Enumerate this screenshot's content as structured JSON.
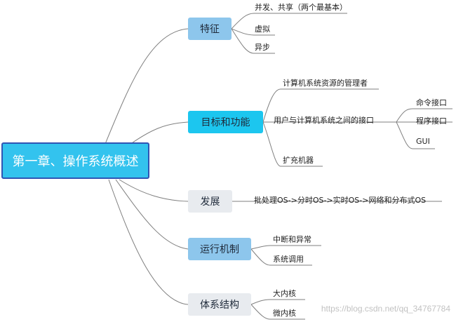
{
  "root": {
    "label": "第一章、操作系统概述"
  },
  "branches": [
    {
      "label": "特征",
      "children": [
        "并发、共享（两个最基本）",
        "虚拟",
        "异步"
      ]
    },
    {
      "label": "目标和功能",
      "children": [
        "计算机系统资源的管理者",
        "用户与计算机系统之间的接口",
        "扩充机器"
      ],
      "grandchildren": [
        "命令接口",
        "程序接口",
        "GUI"
      ]
    },
    {
      "label": "发展",
      "children": [
        "批处理OS->分时OS->实时OS->网络和分布式OS"
      ]
    },
    {
      "label": "运行机制",
      "children": [
        "中断和异常",
        "系统调用"
      ]
    },
    {
      "label": "体系结构",
      "children": [
        "大内核",
        "微内核"
      ]
    }
  ],
  "watermark": "https://blog.csdn.net/qq_34767784",
  "colors": {
    "root_fill": "#33c3ee",
    "root_border": "#2f55b4",
    "branch_blue": "#8dc6ec",
    "branch_cyan": "#1cc6ef",
    "branch_grey": "#e8ebef",
    "line": "#7f7f7f"
  }
}
